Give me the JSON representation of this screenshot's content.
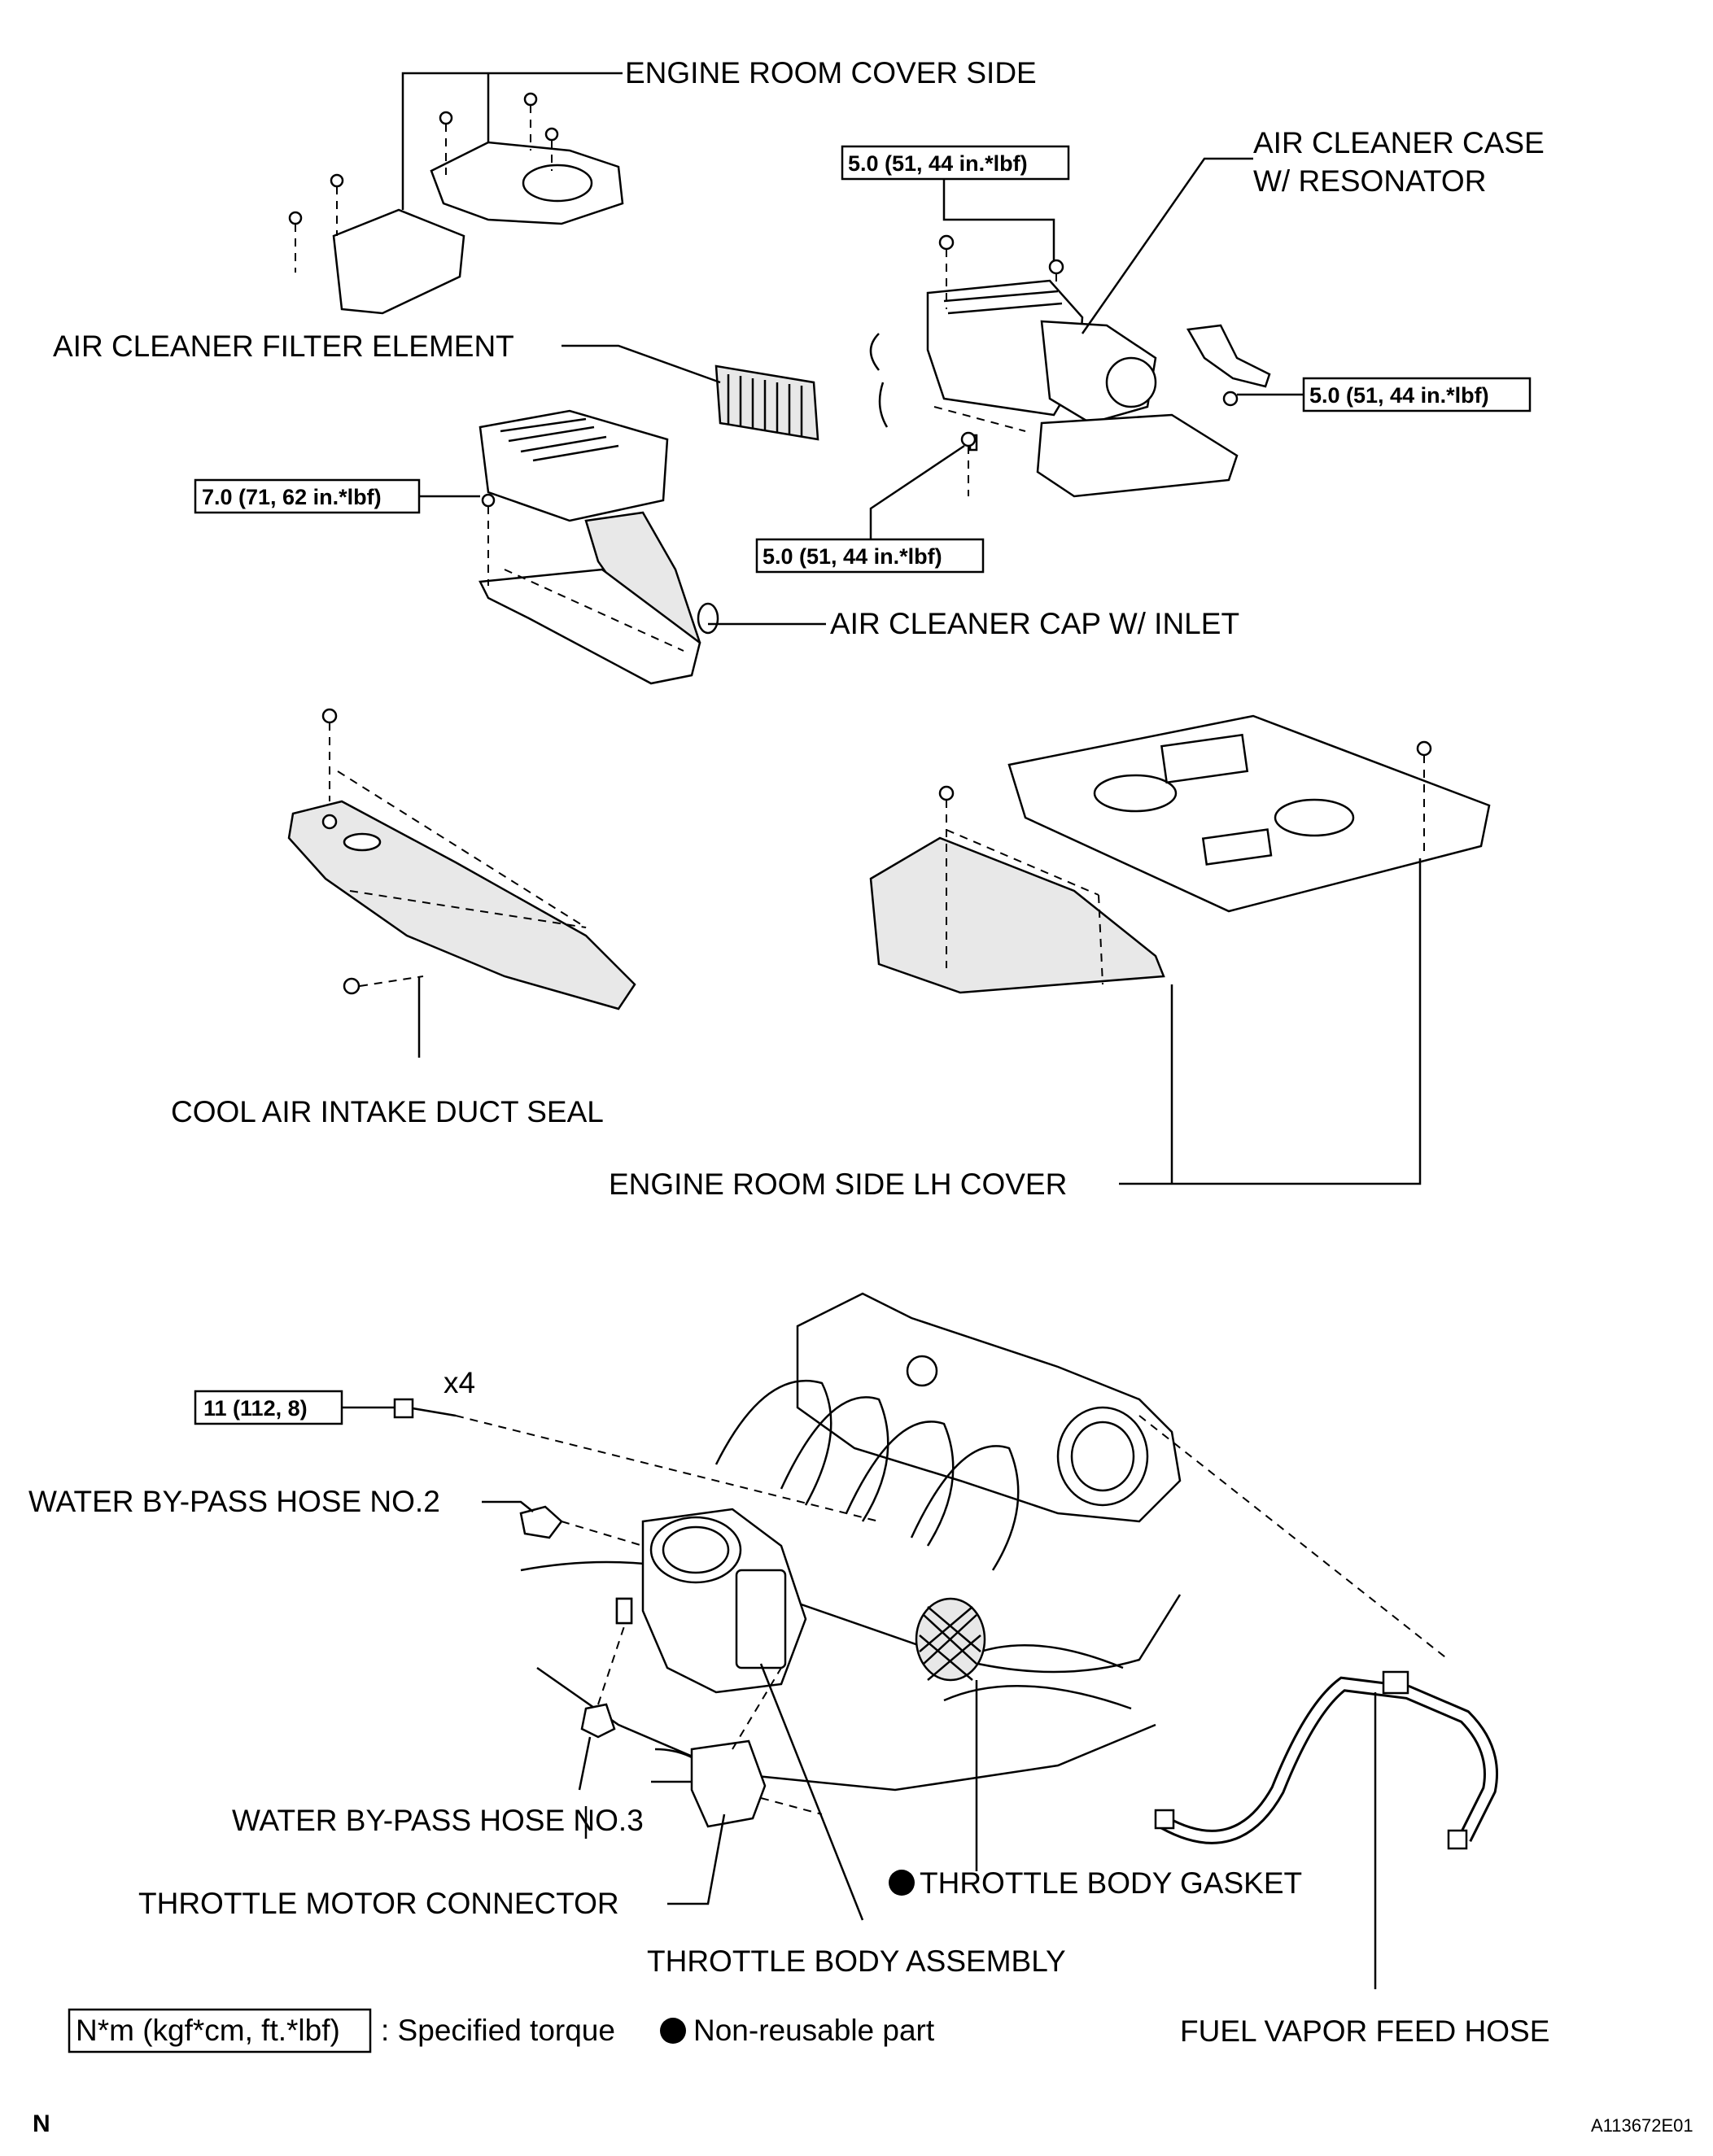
{
  "labels": {
    "engine_room_cover_side": "ENGINE ROOM COVER SIDE",
    "air_cleaner_case_line1": "AIR CLEANER CASE",
    "air_cleaner_case_line2": "W/ RESONATOR",
    "air_cleaner_filter_element": "AIR CLEANER FILTER ELEMENT",
    "air_cleaner_cap_w_inlet": "AIR CLEANER CAP W/ INLET",
    "cool_air_intake_duct_seal": "COOL AIR INTAKE DUCT SEAL",
    "engine_room_side_lh_cover": "ENGINE ROOM SIDE LH COVER",
    "water_bypass_hose_no2": "WATER BY-PASS HOSE NO.2",
    "water_bypass_hose_no3": "WATER BY-PASS HOSE NO.3",
    "throttle_motor_connector": "THROTTLE MOTOR CONNECTOR",
    "throttle_body_gasket": "THROTTLE BODY GASKET",
    "throttle_body_assembly": "THROTTLE BODY ASSEMBLY",
    "fuel_vapor_feed_hose": "FUEL VAPOR FEED HOSE"
  },
  "torque": {
    "case_bolt_top": "5.0 (51, 44 in.*lbf)",
    "case_bolt_right": "5.0 (51, 44 in.*lbf)",
    "case_bolt_bottom": "5.0 (51, 44 in.*lbf)",
    "cap_bolt": "7.0 (71, 62 in.*lbf)",
    "throttle_bolt": "11 (112, 8)"
  },
  "bolt": {
    "quantity": "x4"
  },
  "legend": {
    "torque_unit": "N*m (kgf*cm, ft.*lbf)",
    "torque_text": ": Specified torque",
    "non_reusable_text": "Non-reusable part"
  },
  "footer": {
    "corner_letter": "N",
    "figure_id": "A113672E01"
  }
}
